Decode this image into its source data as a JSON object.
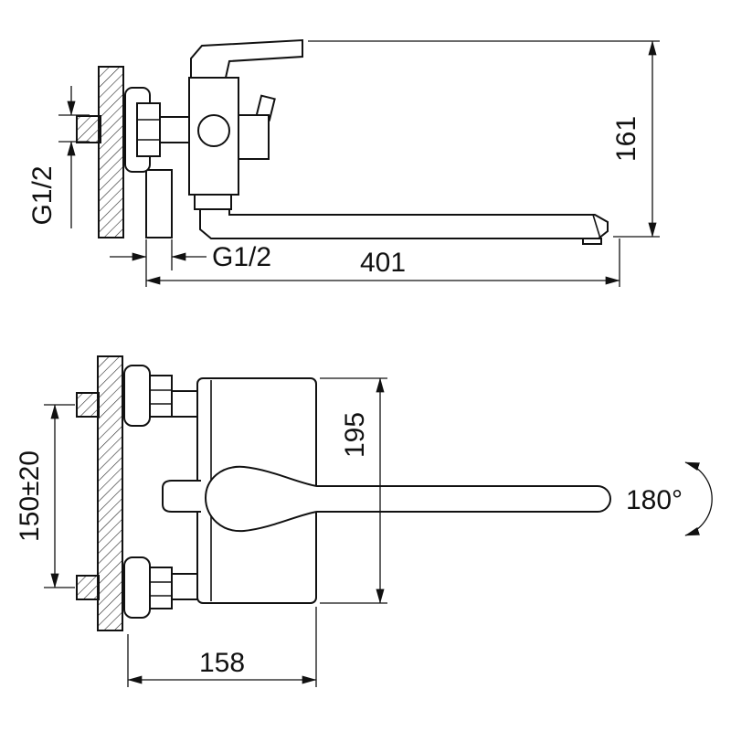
{
  "front_view": {
    "height": "161",
    "length": "401",
    "wall_thread": "G1/2",
    "outlet_thread": "G1/2"
  },
  "plan_view": {
    "depth": "195",
    "mount_spacing": "150±20",
    "body_width": "158",
    "swivel_angle": "180°"
  },
  "colors": {
    "line": "#111111",
    "background": "#ffffff"
  }
}
